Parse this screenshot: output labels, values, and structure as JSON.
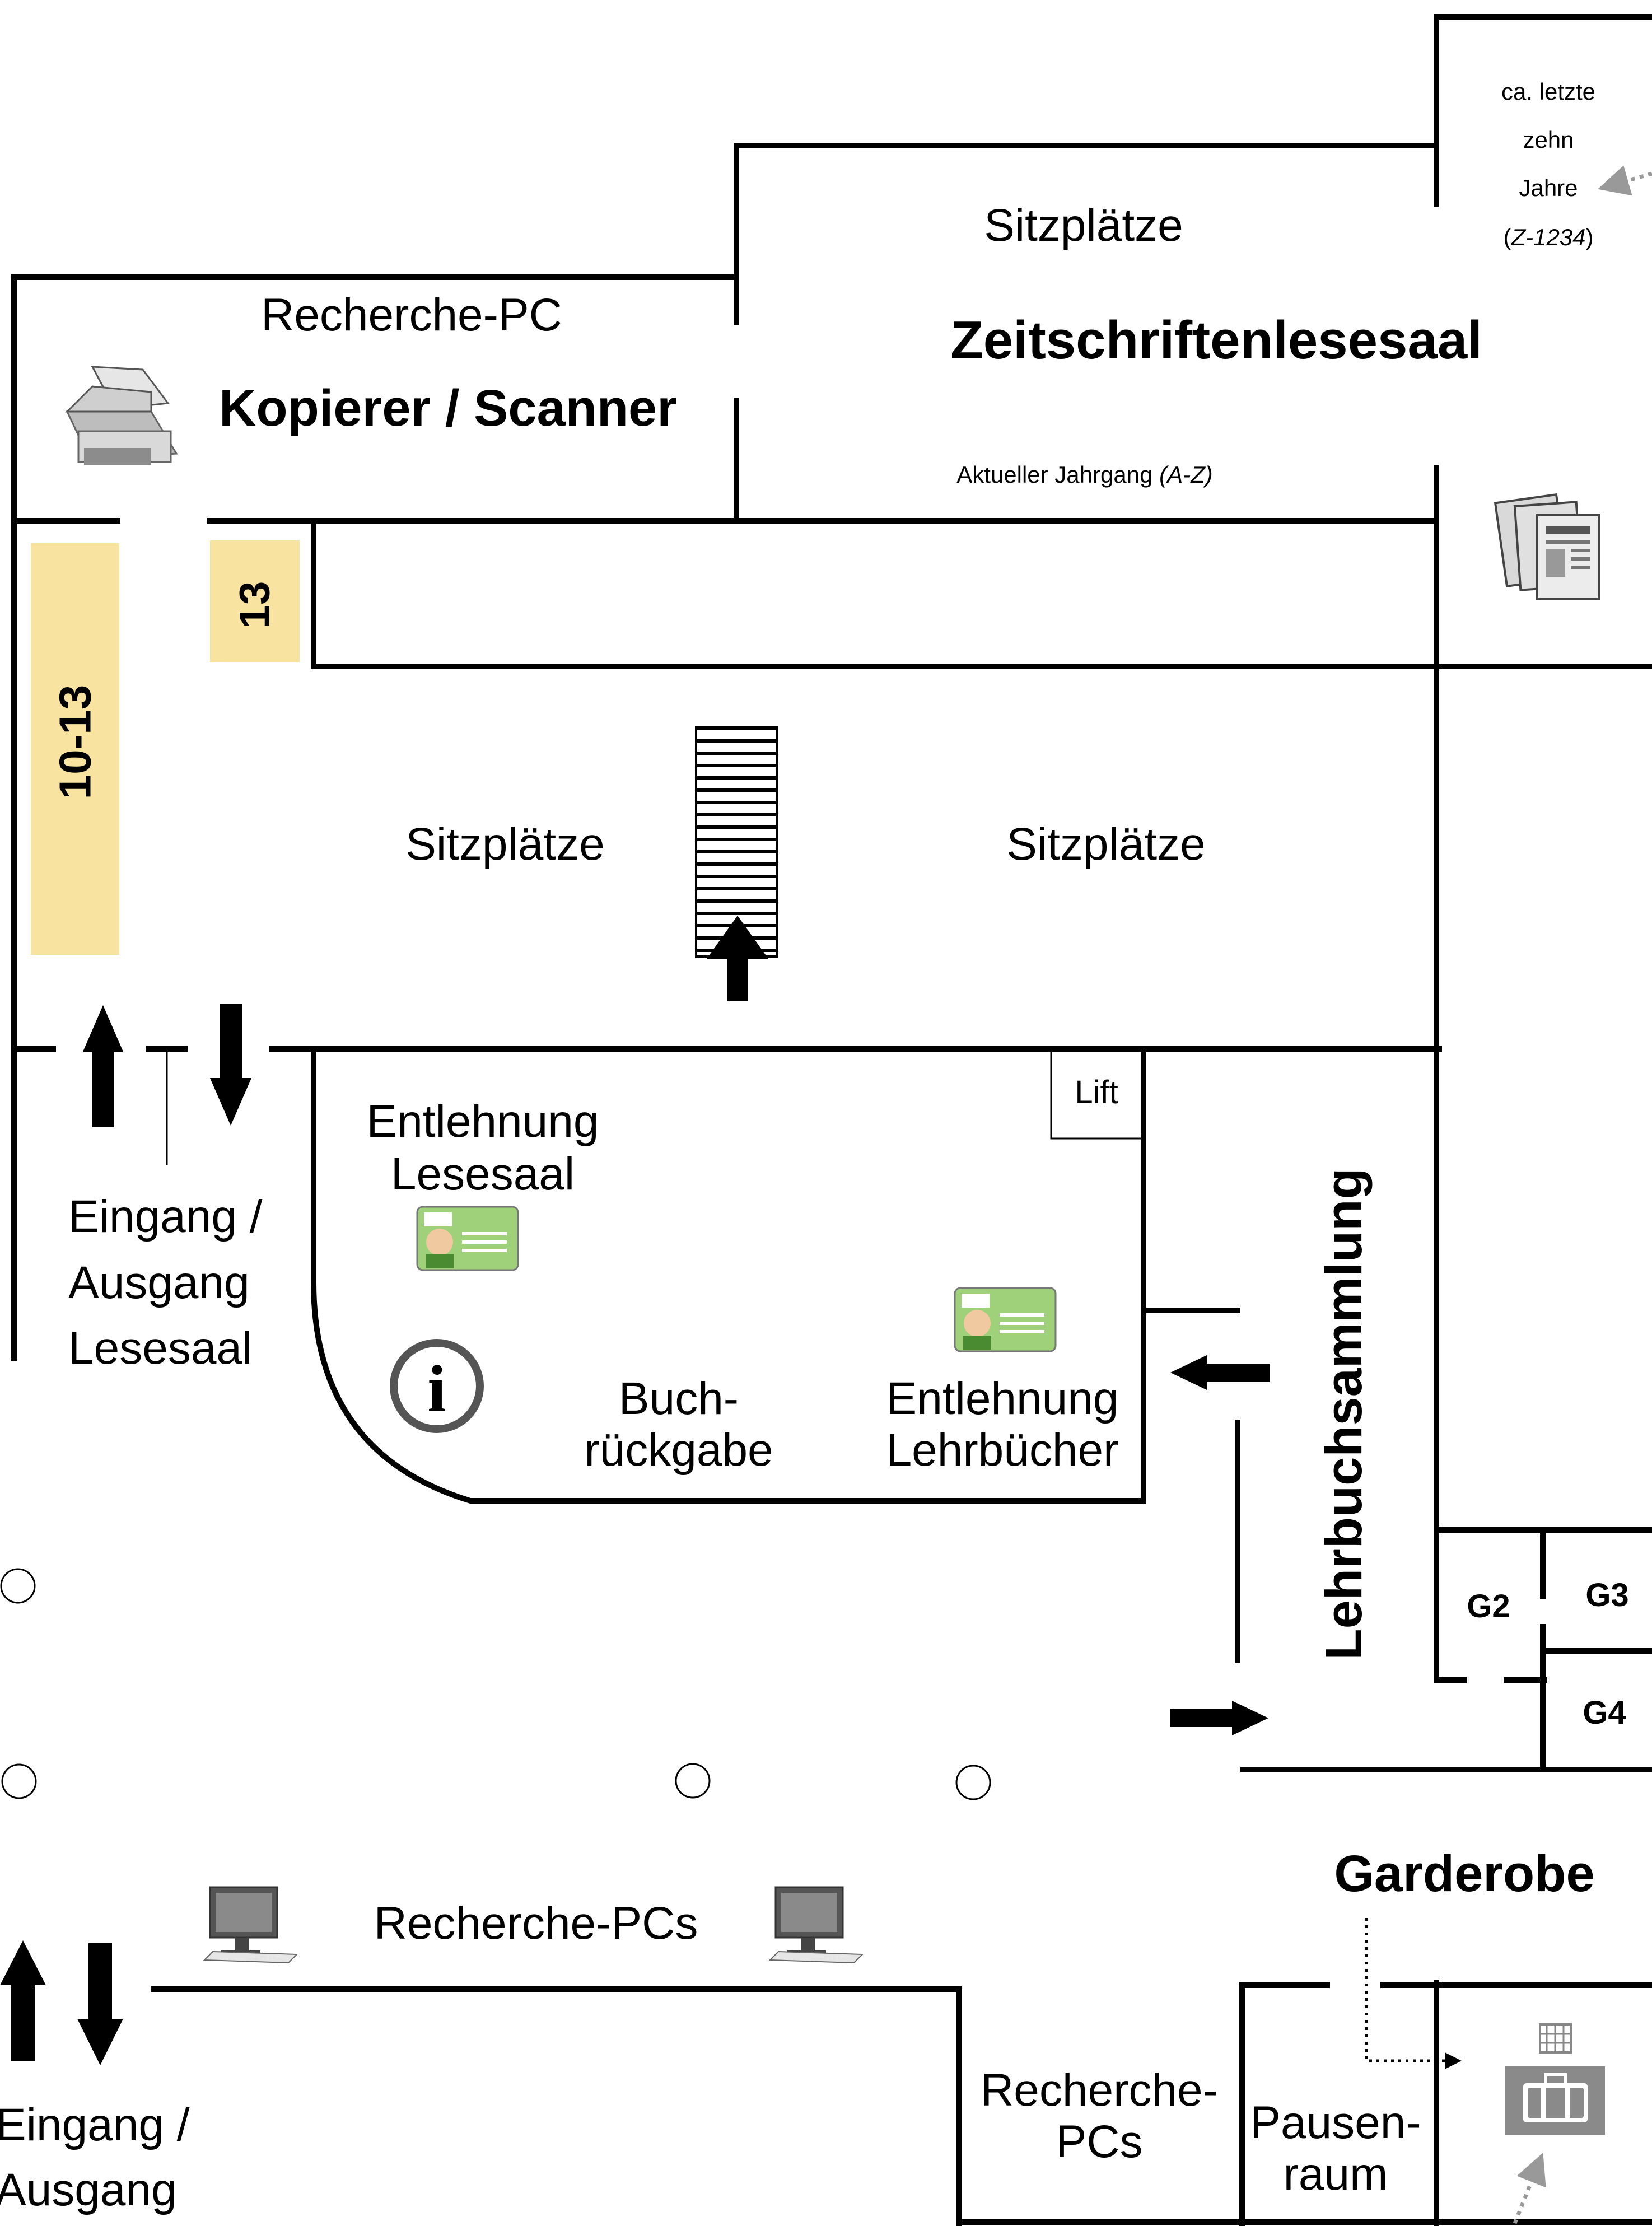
{
  "rooms": {
    "kopierer": "Kopierer / Scanner",
    "recherche_pc_top": "Recherche-PC",
    "zeitschriften": "Zeitschriftenlesesaal",
    "sitz_zeit": "Sitzplätze",
    "aktueller_prefix": "Aktueller Jahrgang ",
    "aktueller_italic": "(A-Z)",
    "ca_line1": "ca. letzte",
    "ca_line2": "zehn",
    "ca_line3": "Jahre",
    "ca_line4_open": "(",
    "ca_line4_italic": "Z-1234",
    "ca_line4_close": ")",
    "sitz_left": "Sitzplätze",
    "sitz_right": "Sitzplätze",
    "shelf_13": "13",
    "shelf_10_13": "10-13",
    "lift": "Lift",
    "entl_lesesaal_1": "Entlehnung",
    "entl_lesesaal_2": "Lesesaal",
    "buch_1": "Buch-",
    "buch_2": "rückgabe",
    "entl_lehr_1": "Entlehnung",
    "entl_lehr_2": "Lehrbücher",
    "eingang_1": "Eingang /",
    "eingang_2": "Ausgang",
    "eingang_3": "Lesesaal",
    "lehrbuch": "Lehrbuchsammlung",
    "g2": "G2",
    "g3": "G3",
    "g4": "G4",
    "garderobe": "Garderobe",
    "recherche_pcs": "Recherche-PCs",
    "rpcs_1": "Recherche-",
    "rpcs_2": "PCs",
    "pausen_1": "Pausen-",
    "pausen_2": "raum",
    "eing_bottom_1": "Eingang /",
    "eing_bottom_2": "Ausgang",
    "info_symbol": "i"
  },
  "icons": [
    "copier-icon",
    "newspaper-icon",
    "library-card-icon",
    "info-icon",
    "computer-icon",
    "locker-icon",
    "stairs-icon",
    "arrow-icon",
    "pillar-icon"
  ],
  "colors": {
    "shelf": "#f8e3a0",
    "wall": "#000000",
    "icon_gray": "#7f7f7f",
    "arrow_gray": "#999999"
  }
}
